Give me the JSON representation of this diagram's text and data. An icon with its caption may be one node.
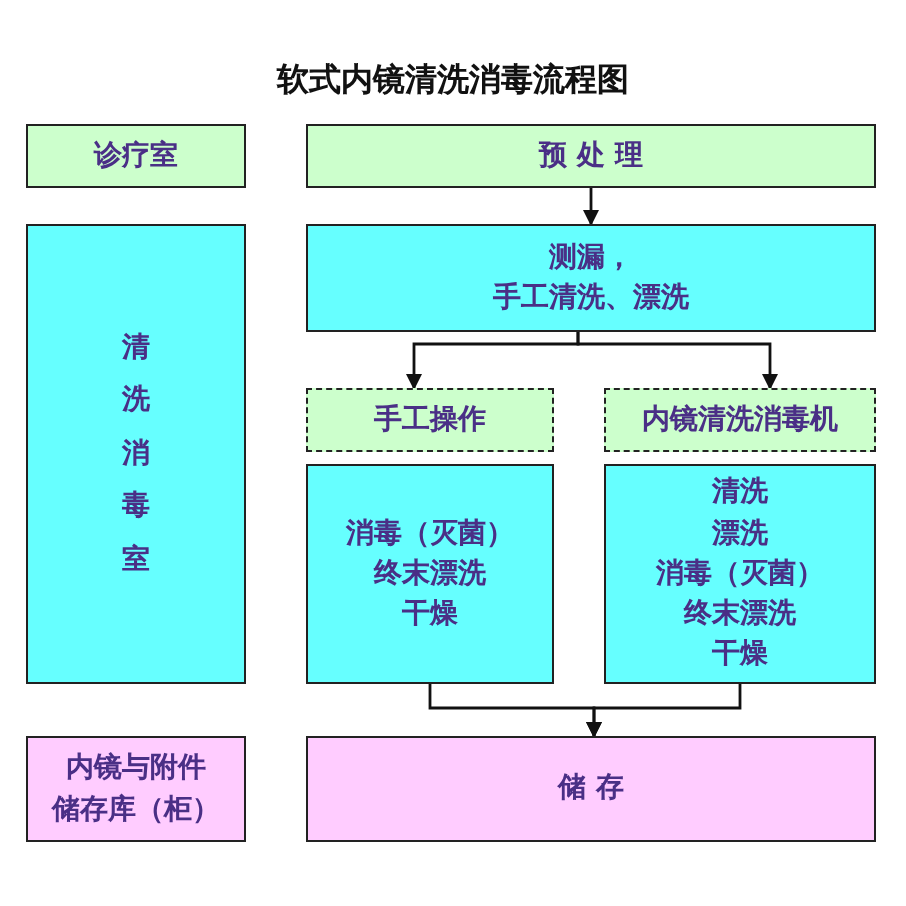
{
  "diagram": {
    "title": "软式内镜清洗消毒流程图",
    "nodes": [
      {
        "text": [
          "诊疗室"
        ]
      },
      {
        "text": [
          "预 处 理"
        ]
      },
      {
        "text": [
          "清洗消毒室"
        ]
      },
      {
        "text": [
          "测漏，",
          "手工清洗、漂洗"
        ]
      },
      {
        "text": [
          "手工操作"
        ]
      },
      {
        "text": [
          "内镜清洗消毒机"
        ]
      },
      {
        "text": [
          "消毒（灭菌）",
          "终末漂洗",
          "干燥"
        ]
      },
      {
        "text": [
          "清洗",
          "漂洗",
          "消毒（灭菌）",
          "终末漂洗",
          "干燥"
        ]
      },
      {
        "text": [
          "内镜与附件",
          "储存库（柜）"
        ]
      },
      {
        "text": [
          "储 存"
        ]
      }
    ],
    "edges": [
      {
        "from": 1,
        "to": 3,
        "arrow": "to"
      },
      {
        "from": 3,
        "to": 4,
        "arrow": "to"
      },
      {
        "from": 3,
        "to": 5,
        "arrow": "to"
      },
      {
        "from": 6,
        "to": 9,
        "arrow": "to"
      },
      {
        "from": 7,
        "to": 9,
        "arrow": "to"
      }
    ]
  }
}
